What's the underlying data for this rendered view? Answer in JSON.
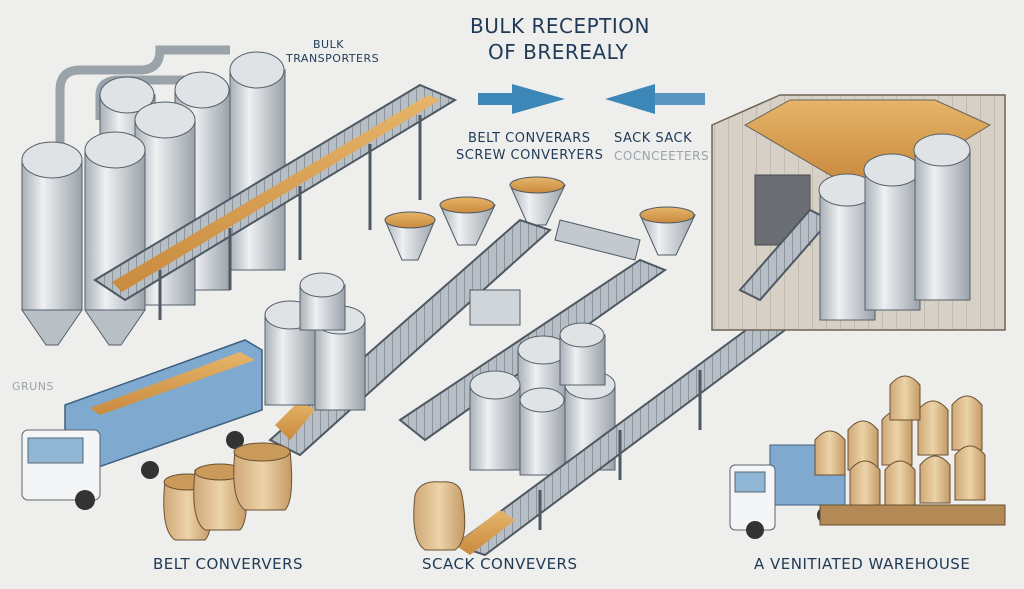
{
  "title": {
    "line1": "BULK RECEPTION",
    "line2": "OF BREREALY"
  },
  "labels": {
    "bulk_transporters_1": "BULK",
    "bulk_transporters_2": "TRANSPORTERS",
    "belt_conveyors_top": "BELT CONVERARS",
    "screw_conveyors": "SCREW CONVERYERS",
    "sack_top": "SACK SACK",
    "sack_conveyors_top": "COCNCEETERS",
    "grains": "GRUNS",
    "belt_conveyors_bottom": "BELT CONVERVERS",
    "sack_conveyors_bottom": "SCACK CONVEVERS",
    "warehouse": "A VENITIATED WAREHOUSE"
  },
  "arrows": [
    {
      "direction": "right",
      "name": "arrow-right-icon"
    },
    {
      "direction": "left",
      "name": "arrow-left-icon"
    }
  ],
  "colors": {
    "background": "#eeeeec",
    "text": "#1f3a56",
    "arrow": "#3d86b8",
    "grain": "#d9a25a",
    "steel": "#c9ced3",
    "truck_trailer": "#7fa9cf",
    "sack": "#e3c79a",
    "warehouse_wall": "#d6d0c6"
  }
}
